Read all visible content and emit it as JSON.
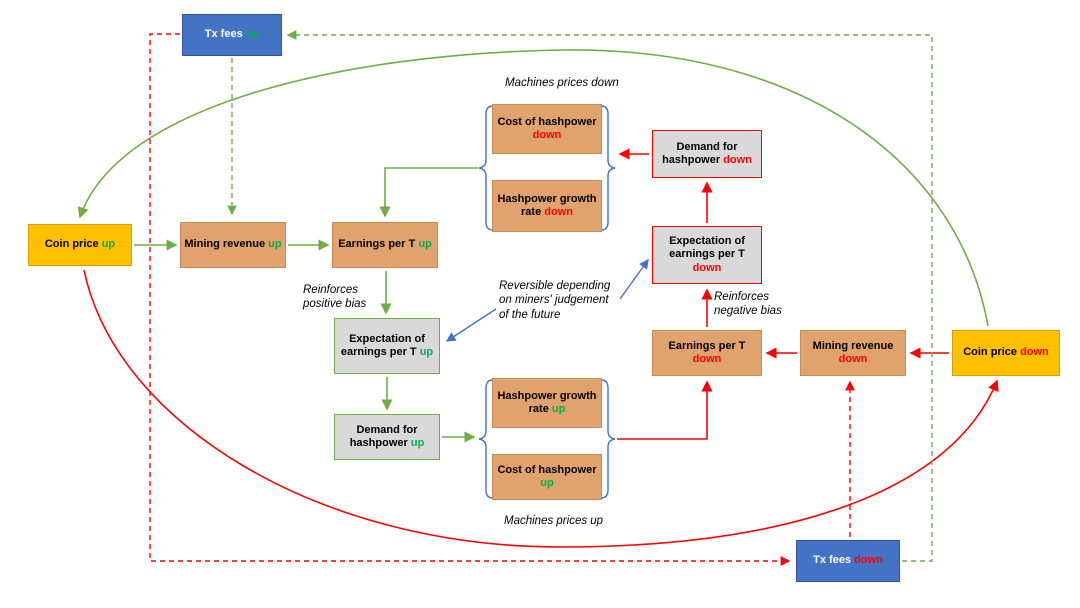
{
  "colors": {
    "positive_text": "#00B050",
    "negative_text": "#FF0000",
    "positive_arrow": "#70AD47",
    "negative_arrow": "#FF0000",
    "annotation_blue": "#4472C4",
    "node_tan": "#E1A36E",
    "node_yellow": "#FFC000",
    "node_blue": "#4472C4",
    "node_gray": "#D9D9D9"
  },
  "boxes": {
    "tx_fees_up": {
      "label": "Tx fees",
      "state": "up"
    },
    "coin_price_up": {
      "label": "Coin price",
      "state": "up"
    },
    "mining_revenue_up": {
      "label": "Mining revenue",
      "state": "up"
    },
    "earnings_per_t_up": {
      "label": "Earnings per T",
      "state": "up"
    },
    "cost_of_hashpower_down": {
      "label": "Cost of hashpower",
      "state": "down"
    },
    "hashpower_growth_rate_down": {
      "label": "Hashpower growth rate",
      "state": "down"
    },
    "demand_for_hashpower_down": {
      "label": "Demand for hashpower",
      "state": "down"
    },
    "expectation_of_earnings_per_t_down": {
      "label": "Expectation of earnings per T",
      "state": "down"
    },
    "earnings_per_t_down": {
      "label": "Earnings per T",
      "state": "down"
    },
    "mining_revenue_down": {
      "label": "Mining revenue",
      "state": "down"
    },
    "coin_price_down": {
      "label": "Coin price",
      "state": "down"
    },
    "expectation_of_earnings_per_t_up": {
      "label": "Expectation of earnings per T",
      "state": "up"
    },
    "demand_for_hashpower_up": {
      "label": "Demand for hashpower",
      "state": "up"
    },
    "hashpower_growth_rate_up": {
      "label": "Hashpower growth rate",
      "state": "up"
    },
    "cost_of_hashpower_up": {
      "label": "Cost of hashpower",
      "state": "up"
    },
    "tx_fees_down": {
      "label": "Tx fees",
      "state": "down"
    }
  },
  "notes": {
    "machines_prices_down": "Machines prices down",
    "reinforces_positive_bias": "Reinforces positive bias",
    "reversible_note": "Reversible depending on miners' judgement of the future",
    "reinforces_negative_bias": "Reinforces negative bias",
    "machines_prices_up": "Machines prices up"
  }
}
